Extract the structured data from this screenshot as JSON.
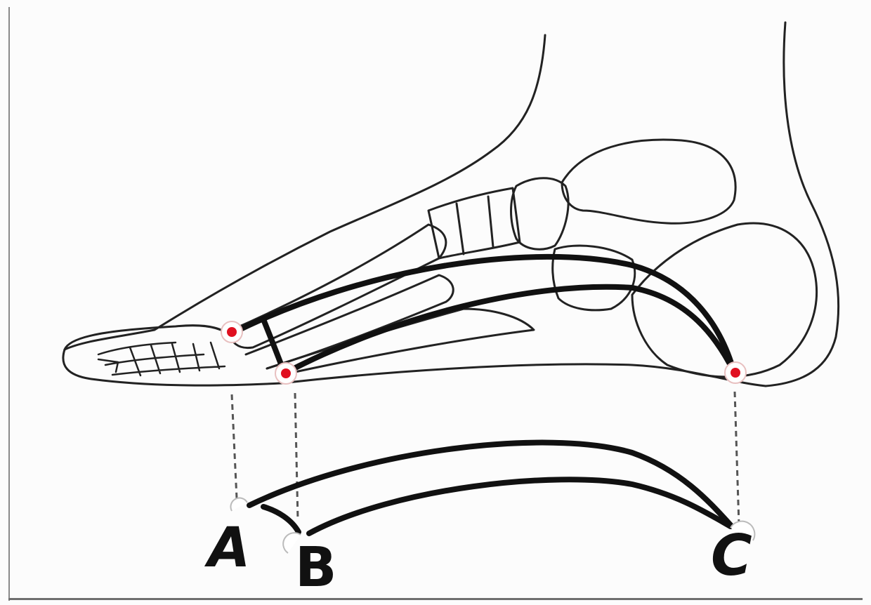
{
  "labels": {
    "a": "A",
    "b": "B",
    "c": "C"
  },
  "colors": {
    "line": "#111111",
    "marker": "#e01020",
    "dashed": "#555555"
  }
}
